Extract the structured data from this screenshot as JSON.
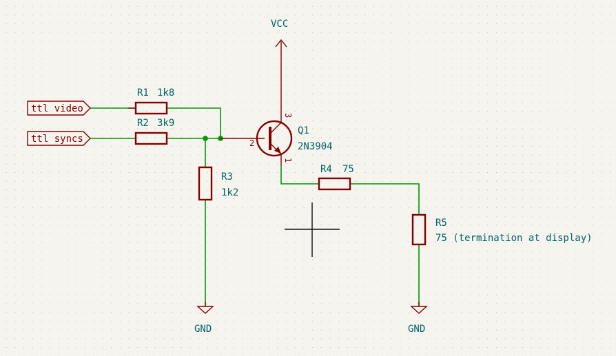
{
  "schematic": {
    "colors": {
      "background": "#f5f4ef",
      "grid": "#b8b8b0",
      "wire": "#009600",
      "junction": "#009600",
      "component": "#840000",
      "label_text": "#006464",
      "cursor": "#000000"
    },
    "global_labels": [
      {
        "id": "ttl-video",
        "text": "ttl video"
      },
      {
        "id": "ttl-syncs",
        "text": "ttl syncs"
      }
    ],
    "power_symbols": [
      {
        "id": "vcc",
        "text": "VCC",
        "icon": "power-arrow-up"
      },
      {
        "id": "gnd-r3",
        "text": "GND",
        "icon": "ground-triangle"
      },
      {
        "id": "gnd-r5",
        "text": "GND",
        "icon": "ground-triangle"
      }
    ],
    "components": {
      "R1": {
        "ref": "R1",
        "value": "1k8"
      },
      "R2": {
        "ref": "R2",
        "value": "3k9"
      },
      "R3": {
        "ref": "R3",
        "value": "1k2"
      },
      "R4": {
        "ref": "R4",
        "value": "75"
      },
      "R5": {
        "ref": "R5",
        "value": "75 (termination at display)"
      },
      "Q1": {
        "ref": "Q1",
        "value": "2N3904",
        "pins": {
          "base": "2",
          "collector": "3",
          "emitter": "1"
        }
      }
    }
  }
}
